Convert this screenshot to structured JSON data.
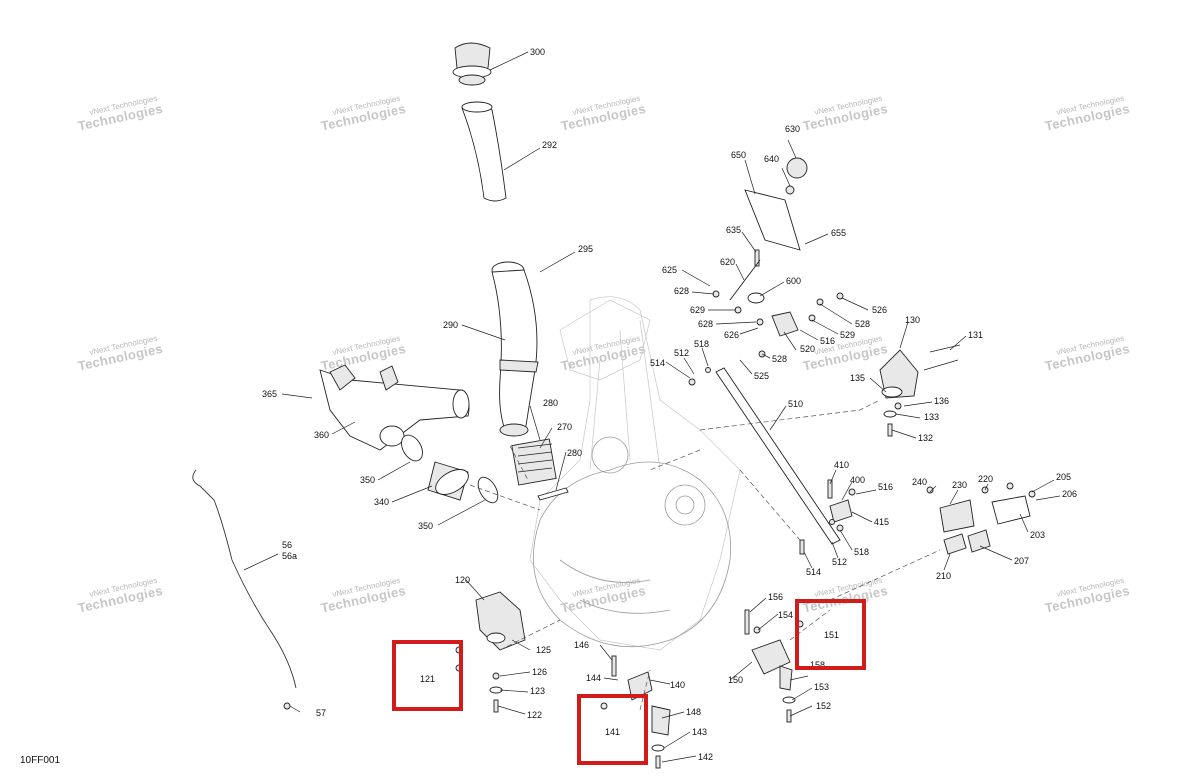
{
  "diagram_code": "10FF001",
  "watermark": {
    "line1": "vNext Technologies",
    "line2": "Technologies"
  },
  "callouts": [
    {
      "id": "c300",
      "label": "300"
    },
    {
      "id": "c292",
      "label": "292"
    },
    {
      "id": "c295",
      "label": "295"
    },
    {
      "id": "c290",
      "label": "290"
    },
    {
      "id": "c365",
      "label": "365"
    },
    {
      "id": "c360",
      "label": "360"
    },
    {
      "id": "c350a",
      "label": "350"
    },
    {
      "id": "c340",
      "label": "340"
    },
    {
      "id": "c350b",
      "label": "350"
    },
    {
      "id": "c280a",
      "label": "280"
    },
    {
      "id": "c270",
      "label": "270"
    },
    {
      "id": "c280b",
      "label": "280"
    },
    {
      "id": "c56",
      "label": "56"
    },
    {
      "id": "c56a",
      "label": "56a"
    },
    {
      "id": "c57",
      "label": "57"
    },
    {
      "id": "c120",
      "label": "120"
    },
    {
      "id": "c125",
      "label": "125"
    },
    {
      "id": "c121",
      "label": "121"
    },
    {
      "id": "c126",
      "label": "126"
    },
    {
      "id": "c123",
      "label": "123"
    },
    {
      "id": "c122",
      "label": "122"
    },
    {
      "id": "c146",
      "label": "146"
    },
    {
      "id": "c144",
      "label": "144"
    },
    {
      "id": "c140",
      "label": "140"
    },
    {
      "id": "c141",
      "label": "141"
    },
    {
      "id": "c148",
      "label": "148"
    },
    {
      "id": "c143",
      "label": "143"
    },
    {
      "id": "c142",
      "label": "142"
    },
    {
      "id": "c156",
      "label": "156"
    },
    {
      "id": "c154",
      "label": "154"
    },
    {
      "id": "c151",
      "label": "151"
    },
    {
      "id": "c158",
      "label": "158"
    },
    {
      "id": "c150",
      "label": "150"
    },
    {
      "id": "c153",
      "label": "153"
    },
    {
      "id": "c152",
      "label": "152"
    },
    {
      "id": "c630",
      "label": "630"
    },
    {
      "id": "c650",
      "label": "650"
    },
    {
      "id": "c640",
      "label": "640"
    },
    {
      "id": "c655",
      "label": "655"
    },
    {
      "id": "c635",
      "label": "635"
    },
    {
      "id": "c625",
      "label": "625"
    },
    {
      "id": "c620",
      "label": "620"
    },
    {
      "id": "c628a",
      "label": "628"
    },
    {
      "id": "c600",
      "label": "600"
    },
    {
      "id": "c629",
      "label": "629"
    },
    {
      "id": "c628b",
      "label": "628"
    },
    {
      "id": "c626",
      "label": "626"
    },
    {
      "id": "c526",
      "label": "526"
    },
    {
      "id": "c528a",
      "label": "528"
    },
    {
      "id": "c529",
      "label": "529"
    },
    {
      "id": "c516a",
      "label": "516"
    },
    {
      "id": "c520",
      "label": "520"
    },
    {
      "id": "c528b",
      "label": "528"
    },
    {
      "id": "c525",
      "label": "525"
    },
    {
      "id": "c514a",
      "label": "514"
    },
    {
      "id": "c512a",
      "label": "512"
    },
    {
      "id": "c518a",
      "label": "518"
    },
    {
      "id": "c510",
      "label": "510"
    },
    {
      "id": "c130",
      "label": "130"
    },
    {
      "id": "c131",
      "label": "131"
    },
    {
      "id": "c135",
      "label": "135"
    },
    {
      "id": "c136",
      "label": "136"
    },
    {
      "id": "c133",
      "label": "133"
    },
    {
      "id": "c132",
      "label": "132"
    },
    {
      "id": "c410",
      "label": "410"
    },
    {
      "id": "c400",
      "label": "400"
    },
    {
      "id": "c516b",
      "label": "516"
    },
    {
      "id": "c415",
      "label": "415"
    },
    {
      "id": "c518b",
      "label": "518"
    },
    {
      "id": "c512b",
      "label": "512"
    },
    {
      "id": "c514b",
      "label": "514"
    },
    {
      "id": "c240",
      "label": "240"
    },
    {
      "id": "c230",
      "label": "230"
    },
    {
      "id": "c220",
      "label": "220"
    },
    {
      "id": "c205",
      "label": "205"
    },
    {
      "id": "c206",
      "label": "206"
    },
    {
      "id": "c203",
      "label": "203"
    },
    {
      "id": "c207",
      "label": "207"
    },
    {
      "id": "c210",
      "label": "210"
    }
  ],
  "highlights": [
    {
      "id": "box-121",
      "target": "121"
    },
    {
      "id": "box-141",
      "target": "141"
    },
    {
      "id": "box-151",
      "target": "151"
    }
  ],
  "colors": {
    "highlight": "#d21c1c",
    "line": "#222222",
    "watermark": "#bbbbbb"
  }
}
